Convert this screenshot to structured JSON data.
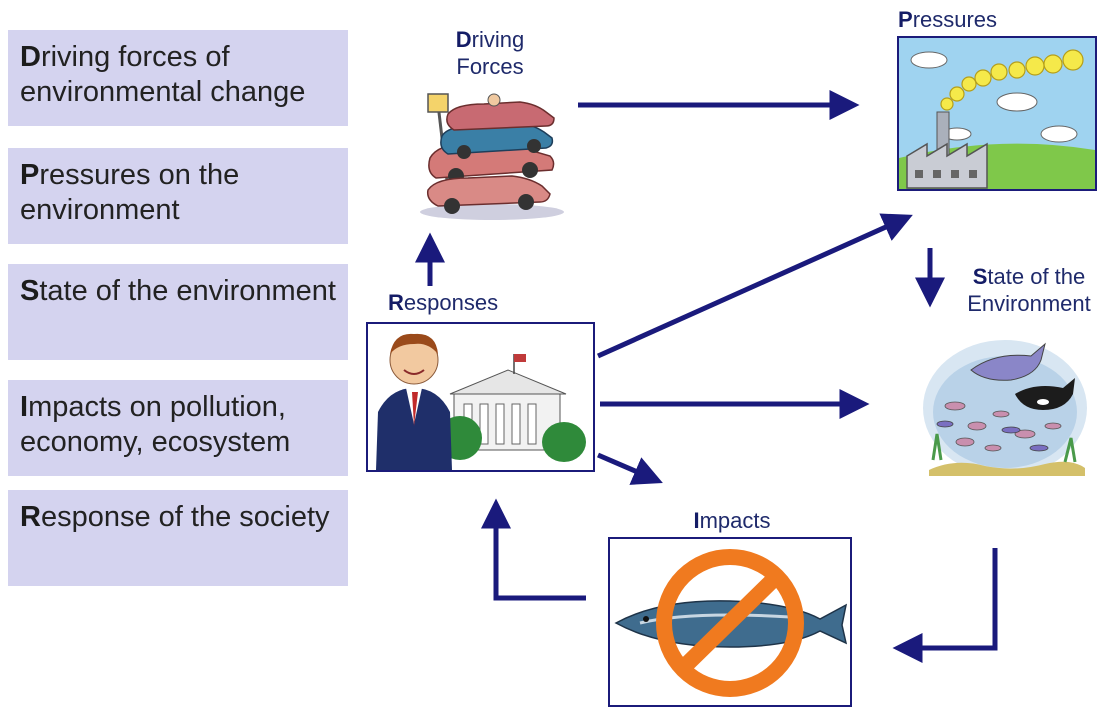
{
  "legend": [
    {
      "initial": "D",
      "rest": "riving forces of environmental change"
    },
    {
      "initial": "P",
      "rest": "ressures on the environment"
    },
    {
      "initial": "S",
      "rest": "tate of the environment"
    },
    {
      "initial": "I",
      "rest": "mpacts on pollution, economy, ecosystem"
    },
    {
      "initial": "R",
      "rest": "esponse of the society"
    }
  ],
  "nodes": {
    "driving": {
      "initial": "D",
      "line1": "riving",
      "line2": "Forces"
    },
    "pressures": {
      "initial": "P",
      "rest": "ressures"
    },
    "state": {
      "initial": "S",
      "line1": "tate of the",
      "line2": "Environment"
    },
    "responses": {
      "initial": "R",
      "rest": "esponses"
    },
    "impacts": {
      "initial": "I",
      "rest": "mpacts"
    }
  },
  "colors": {
    "legend_bg": "#d4d3ef",
    "arrow": "#1a1a7c",
    "frame": "#1b1b7a"
  },
  "illustrations": [
    "stacked-cars-illustration",
    "factory-smoke-illustration",
    "ocean-life-illustration",
    "politician-white-house-illustration",
    "no-fishing-illustration"
  ]
}
